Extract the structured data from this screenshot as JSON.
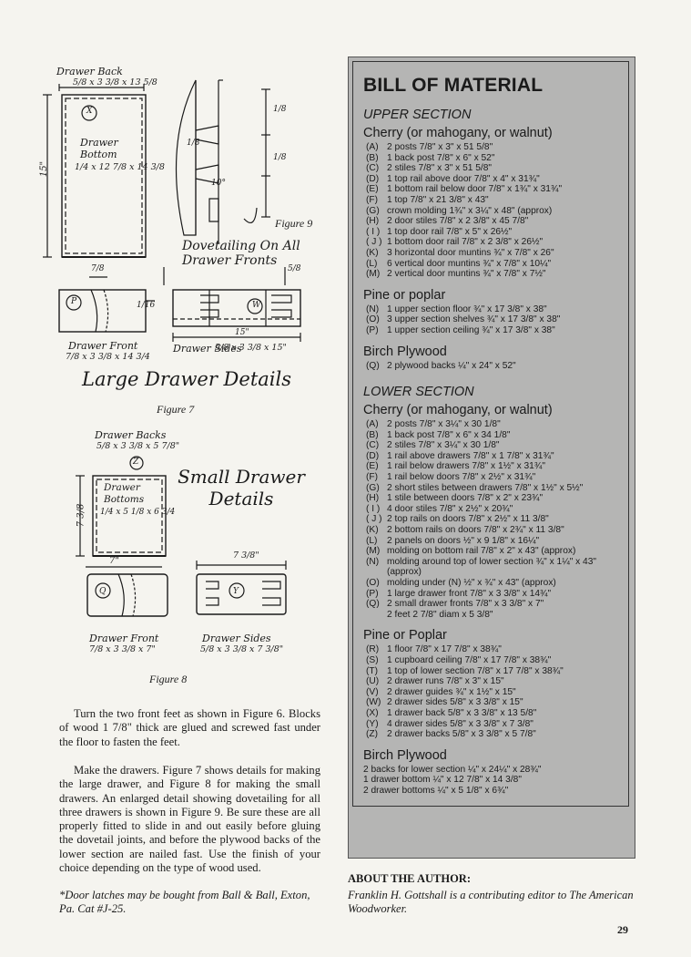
{
  "figures": {
    "fig7": {
      "caption": "Figure 7",
      "title": "Large Drawer Details",
      "labels": {
        "drawer_back": "Drawer Back",
        "drawer_back_dims": "5/8 x 3 3/8 x 13 5/8",
        "drawer_bottom": "Drawer Bottom",
        "drawer_bottom_dims": "1/4 x 12 7/8 x 14 3/8",
        "height": "15\"",
        "dim_7_8": "7/8",
        "dim_1_8": "1/8",
        "dim_1_16": "1/16",
        "p": "P",
        "w": "W",
        "x": "X",
        "drawer_front": "Drawer Front",
        "drawer_front_dims": "7/8 x 3 3/8 x 14 3/4",
        "drawer_sides": "Drawer Sides",
        "drawer_sides_dims": "5/8 x 3 3/8 x 15\"",
        "side_len": "15\""
      }
    },
    "fig8": {
      "caption": "Figure 8",
      "title": "Small Drawer Details",
      "labels": {
        "drawer_backs": "Drawer Backs",
        "drawer_backs_dims": "5/8 x 3 3/8 x 5 7/8\"",
        "z": "Z",
        "drawer_bottoms": "Drawer Bottoms",
        "drawer_bottoms_dims": "1/4 x 5 1/8 x 6 3/4",
        "height": "7 3/8",
        "width": "7\"",
        "side_len": "7 3/8\"",
        "q": "Q",
        "y": "Y",
        "drawer_front": "Drawer Front",
        "drawer_front_dims": "7/8 x 3 3/8 x 7\"",
        "drawer_sides": "Drawer Sides",
        "drawer_sides_dims": "5/8 x 3 3/8 x 7 3/8\""
      }
    },
    "fig9": {
      "caption": "Figure 9",
      "title": "Dovetailing On All Drawer Fronts",
      "labels": {
        "d1": "1/8",
        "d2": "1/8",
        "d3": "1/8",
        "d4": "10°",
        "d5": "5/8"
      }
    }
  },
  "body_text": {
    "p1": "Turn the two front feet as shown in Figure 6. Blocks of wood 1 7/8\" thick are glued and screwed fast under the floor to fasten the feet.",
    "p2": "Make the drawers. Figure 7 shows details for making the large drawer, and Figure 8 for making the small drawers. An enlarged detail showing dovetailing for all three drawers is shown in Figure 9. Be sure these are all properly fitted to slide in and out easily before gluing the dovetail joints, and before the plywood backs of the lower section are nailed fast. Use the finish of your choice depending on the type of wood used.",
    "footnote": "*Door latches may be bought from Ball & Ball, Exton, Pa. Cat #J-25."
  },
  "bom": {
    "title": "BILL OF MATERIAL",
    "upper": {
      "heading": "UPPER SECTION",
      "groups": [
        {
          "wood": "Cherry (or mahogany, or walnut)",
          "items": [
            [
              "(A)",
              "2 posts 7/8\" x 3\" x 51 5/8\""
            ],
            [
              "(B)",
              "1 back post 7/8\" x 6\" x 52\""
            ],
            [
              "(C)",
              "2 stiles 7/8\" x 3\" x 51 5/8\""
            ],
            [
              "(D)",
              "1 top rail above door 7/8\" x 4\" x 31¾\""
            ],
            [
              "(E)",
              "1 bottom rail below door 7/8\" x 1¾\" x 31¾\""
            ],
            [
              "(F)",
              "1 top 7/8\" x 21 3/8\" x 43\""
            ],
            [
              "(G)",
              "crown molding 1¾\" x 3¼\" x 48\" (approx)"
            ],
            [
              "(H)",
              "2 door stiles 7/8\" x 2 3/8\" x 45 7/8\""
            ],
            [
              "( I )",
              "1 top door rail 7/8\" x 5\" x 26½\""
            ],
            [
              "( J )",
              "1 bottom door rail 7/8\" x 2 3/8\" x 26½\""
            ],
            [
              "(K)",
              "3 horizontal door muntins ¾\" x 7/8\" x 26\""
            ],
            [
              "(L)",
              "6 vertical door muntins ¾\" x 7/8\" x 10¼\""
            ],
            [
              "(M)",
              "2 vertical door muntins ¾\" x 7/8\" x 7½\""
            ]
          ]
        },
        {
          "wood": "Pine or poplar",
          "items": [
            [
              "(N)",
              "1 upper section floor ¾\" x 17 3/8\" x 38\""
            ],
            [
              "(O)",
              "3 upper section shelves ¾\" x 17 3/8\" x 38\""
            ],
            [
              "(P)",
              "1 upper section ceiling ¾\" x 17 3/8\" x 38\""
            ]
          ]
        },
        {
          "wood": "Birch Plywood",
          "items": [
            [
              "(Q)",
              "2 plywood backs ¼\" x 24\" x 52\""
            ]
          ]
        }
      ]
    },
    "lower": {
      "heading": "LOWER SECTION",
      "groups": [
        {
          "wood": "Cherry (or mahogany, or walnut)",
          "items": [
            [
              "(A)",
              "2 posts 7/8\" x 3¼\" x 30 1/8\""
            ],
            [
              "(B)",
              "1 back post 7/8\" x 6\" x 34 1/8\""
            ],
            [
              "(C)",
              "2 stiles 7/8\" x 3¼\" x 30 1/8\""
            ],
            [
              "(D)",
              "1 rail above drawers 7/8\" x 1 7/8\" x 31¾\""
            ],
            [
              "(E)",
              "1 rail below drawers 7/8\" x 1½\" x 31¾\""
            ],
            [
              "(F)",
              "1 rail below doors 7/8\" x 2½\" x 31¾\""
            ],
            [
              "(G)",
              "2 short stiles between drawers 7/8\" x 1½\" x 5½\""
            ],
            [
              "(H)",
              "1 stile between doors 7/8\" x 2\" x 23¾\""
            ],
            [
              "( I )",
              "4 door stiles 7/8\" x 2½\" x 20¾\""
            ],
            [
              "( J )",
              "2 top rails on doors 7/8\" x 2½\" x 11 3/8\""
            ],
            [
              "(K)",
              "2 bottom rails on doors 7/8\" x 2¾\" x 11 3/8\""
            ],
            [
              "(L)",
              "2 panels on doors ½\" x 9 1/8\" x 16¼\""
            ],
            [
              "(M)",
              "molding on bottom rail 7/8\" x 2\" x 43\" (approx)"
            ],
            [
              "(N)",
              "molding around top of lower section ¾\" x 1¼\" x 43\" (approx)"
            ],
            [
              "(O)",
              "molding under (N) ½\" x ¾\" x 43\" (approx)"
            ],
            [
              "(P)",
              "1 large drawer front 7/8\" x 3 3/8\" x 14¾\""
            ],
            [
              "(Q)",
              "2 small drawer fronts 7/8\" x 3 3/8\" x 7\""
            ],
            [
              "",
              "2 feet 2 7/8\" diam x 5 3/8\""
            ]
          ]
        },
        {
          "wood": "Pine or Poplar",
          "items": [
            [
              "(R)",
              "1 floor 7/8\" x 17 7/8\" x 38¾\""
            ],
            [
              "(S)",
              "1 cupboard ceiling 7/8\" x 17 7/8\" x 38¾\""
            ],
            [
              "(T)",
              "1 top of lower section 7/8\" x 17 7/8\" x 38¾\""
            ],
            [
              "(U)",
              "2 drawer runs 7/8\" x 3\" x 15\""
            ],
            [
              "(V)",
              "2 drawer guides ¾\" x 1½\" x 15\""
            ],
            [
              "(W)",
              "2 drawer sides 5/8\" x 3 3/8\" x 15\""
            ],
            [
              "(X)",
              "1 drawer back 5/8\" x 3 3/8\" x 13 5/8\""
            ],
            [
              "(Y)",
              "4 drawer sides 5/8\" x 3 3/8\" x 7 3/8\""
            ],
            [
              "(Z)",
              "2 drawer backs 5/8\" x 3 3/8\" x 5 7/8\""
            ]
          ]
        },
        {
          "wood": "Birch Plywood",
          "plain": [
            "2 backs for lower section ¼\" x 24¼\" x 28¾\"",
            "1 drawer bottom ¼\" x 12 7/8\" x 14 3/8\"",
            "2 drawer bottoms ¼\" x 5 1/8\" x 6¾\""
          ]
        }
      ]
    }
  },
  "author": {
    "heading": "ABOUT THE AUTHOR:",
    "bio": "Franklin H. Gottshall is a contributing editor to The American Woodworker."
  },
  "page_number": "29"
}
